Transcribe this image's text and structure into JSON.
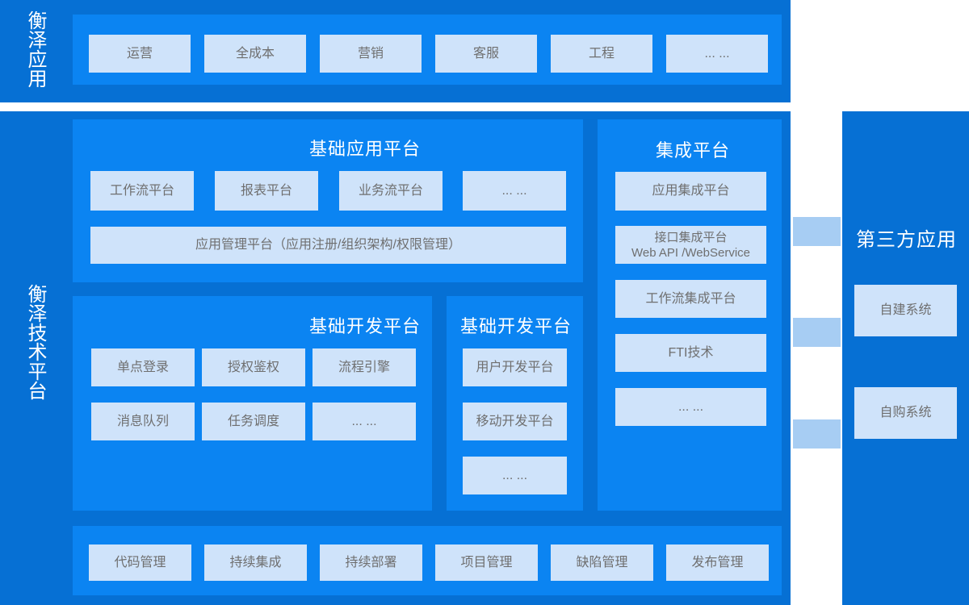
{
  "colors": {
    "band": "#0670d4",
    "panel": "#0b84f2",
    "box": "#cfe3fa",
    "connector": "#a7cdf3",
    "box_text": "#6f6f6f",
    "title_text": "#ffffff"
  },
  "top_band": {
    "label": "衡泽应用",
    "items": [
      "运营",
      "全成本",
      "营销",
      "客服",
      "工程",
      "... ..."
    ]
  },
  "main_band": {
    "label": "衡泽技术平台",
    "app_platform": {
      "title": "基础应用平台",
      "items": [
        "工作流平台",
        "报表平台",
        "业务流平台",
        "... ..."
      ],
      "wide_item": "应用管理平台（应用注册/组织架构/权限管理）"
    },
    "dev_platform_left": {
      "title": "基础开发平台",
      "items": [
        "单点登录",
        "授权鉴权",
        "流程引擎",
        "消息队列",
        "任务调度",
        "... ..."
      ]
    },
    "dev_platform_mid": {
      "title": "基础开发平台",
      "items": [
        "用户开发平台",
        "移动开发平台",
        "... ..."
      ]
    },
    "integration_platform": {
      "title": "集成平台",
      "items": [
        {
          "line1": "应用集成平台"
        },
        {
          "line1": "接口集成平台",
          "line2": "Web API /WebService"
        },
        {
          "line1": "工作流集成平台"
        },
        {
          "line1": "FTI技术"
        },
        {
          "line1": "... ..."
        }
      ]
    },
    "devops_row": {
      "items": [
        "代码管理",
        "持续集成",
        "持续部署",
        "项目管理",
        "缺陷管理",
        "发布管理"
      ]
    }
  },
  "third_party": {
    "title": "第三方应用",
    "items": [
      "自建系统",
      "自购系统"
    ]
  }
}
